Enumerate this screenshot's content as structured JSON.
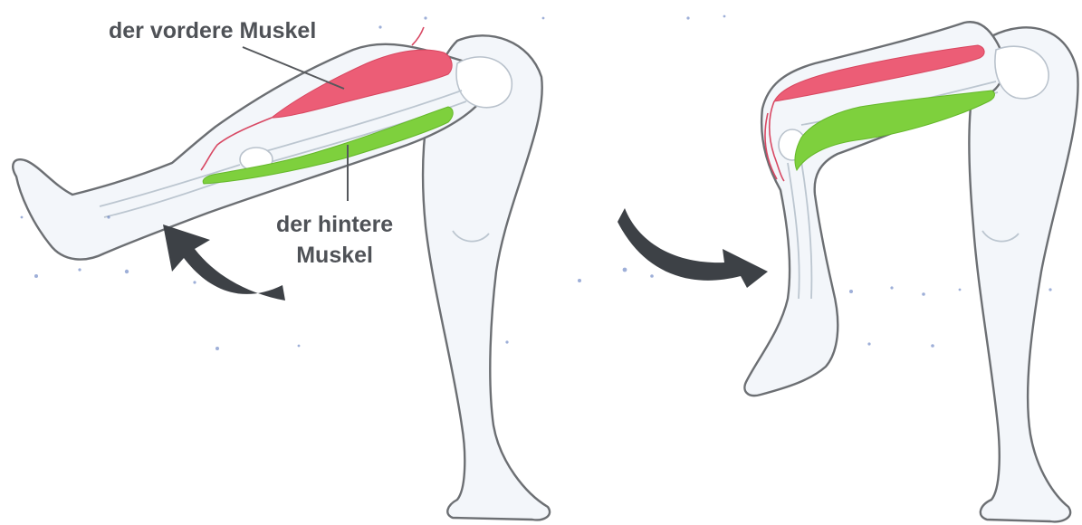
{
  "labels": {
    "front_muscle": "der vordere Muskel",
    "back_muscle_line1": "der hintere",
    "back_muscle_line2": "Muskel"
  },
  "figures": [
    {
      "leg_position": "extended",
      "arrow_direction": "upward",
      "icon": "curved-arrow-up-icon"
    },
    {
      "leg_position": "bent",
      "arrow_direction": "downward",
      "icon": "curved-arrow-down-icon"
    }
  ],
  "colors": {
    "front_muscle": "#ec5d76",
    "back_muscle": "#7ed03d",
    "arrow": "#3d4146",
    "label_text": "#4f5257",
    "skin_outline": "#6c6f73",
    "skin_fill": "#f3f6fa"
  }
}
